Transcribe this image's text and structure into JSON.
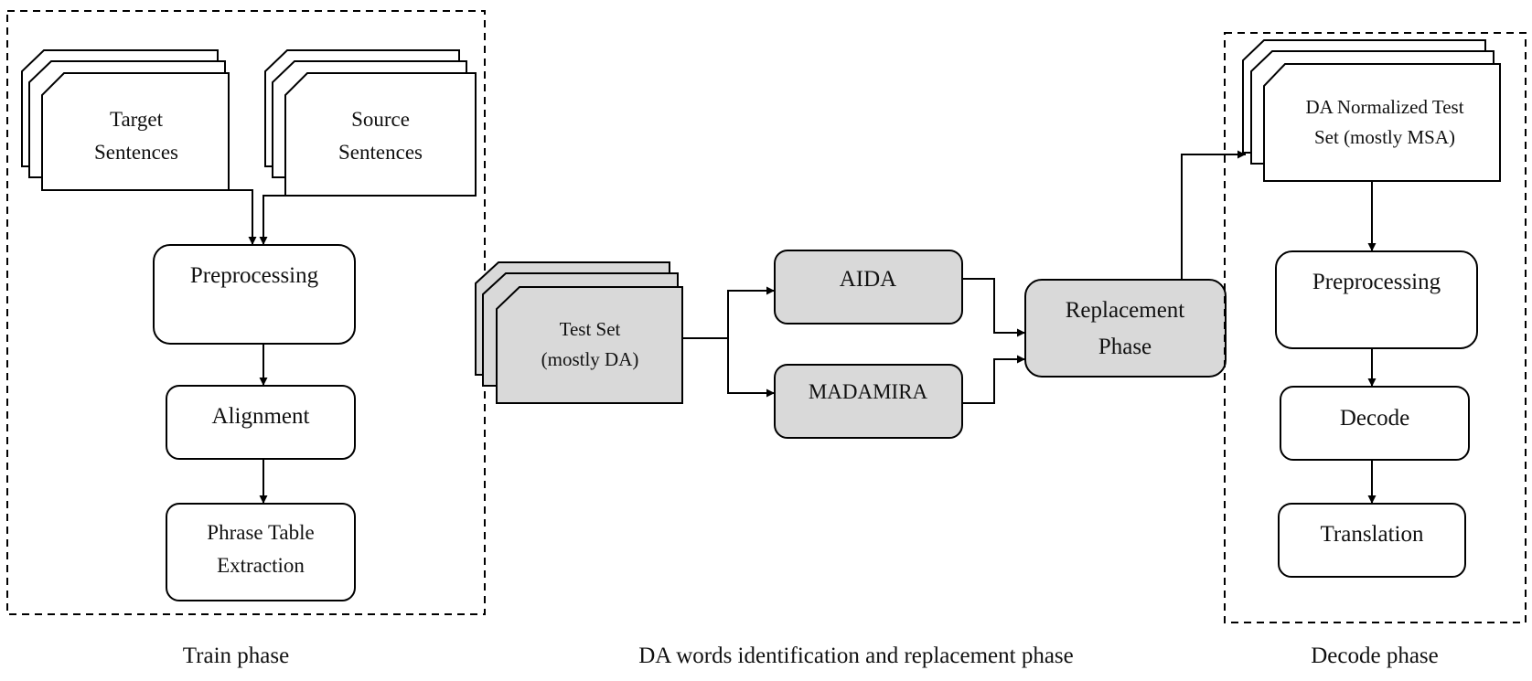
{
  "colors": {
    "stroke": "#000000",
    "gray_fill": "#d9d9d9",
    "white_fill": "#ffffff"
  },
  "train": {
    "caption": "Train phase",
    "target": [
      "Target",
      "Sentences"
    ],
    "source": [
      "Source",
      "Sentences"
    ],
    "preprocessing": "Preprocessing",
    "alignment": "Alignment",
    "phrase_table": [
      "Phrase Table",
      "Extraction"
    ]
  },
  "middle": {
    "caption": "DA words identification and replacement phase",
    "test_set": [
      "Test Set",
      "(mostly DA)"
    ],
    "aida": "AIDA",
    "madamira": "MADAMIRA",
    "replacement": [
      "Replacement",
      "Phase"
    ]
  },
  "decode": {
    "caption": "Decode phase",
    "normalized": [
      "DA Normalized Test",
      "Set (mostly MSA)"
    ],
    "preprocessing": "Preprocessing",
    "decode": "Decode",
    "translation": "Translation"
  }
}
